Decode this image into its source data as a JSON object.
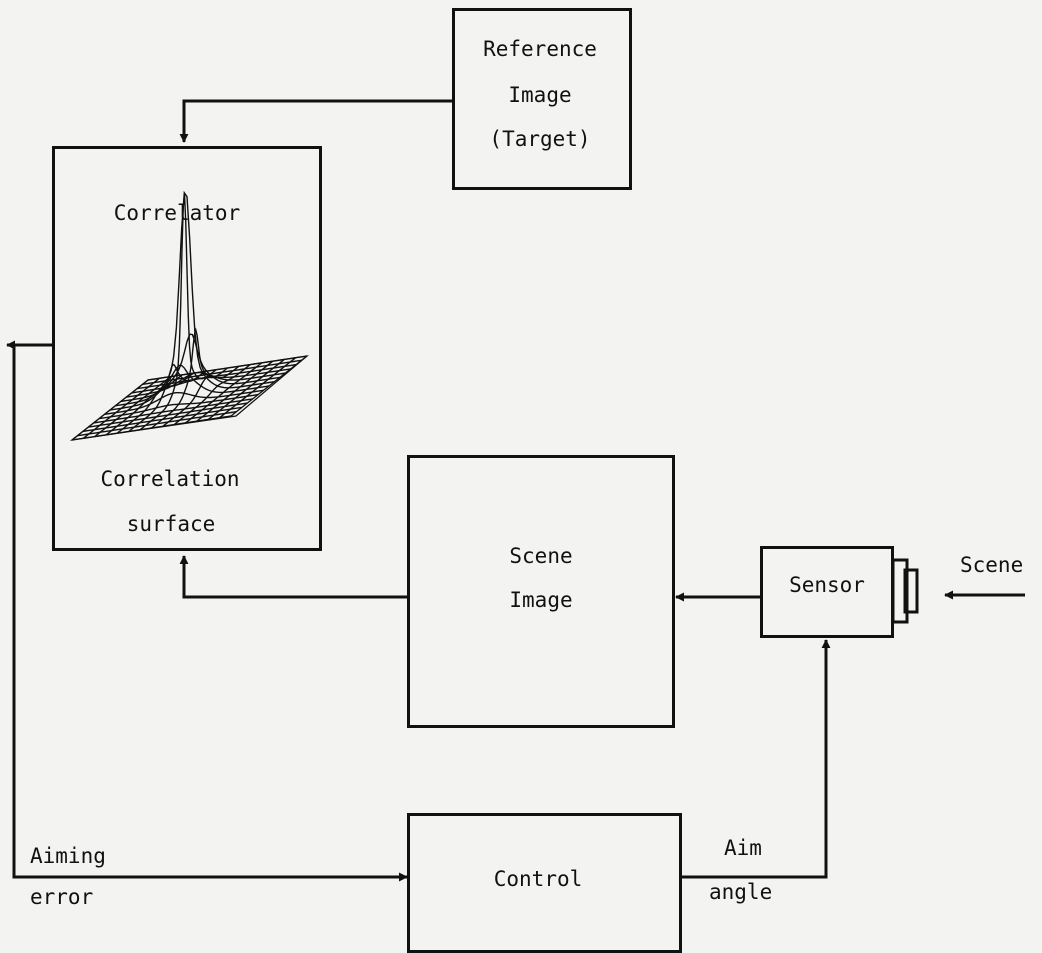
{
  "blocks": {
    "reference": {
      "line1": "Reference",
      "line2": "Image",
      "line3": "(Target)"
    },
    "correlator": {
      "title": "Correlator",
      "surface_line1": "Correlation",
      "surface_line2": "surface"
    },
    "scene_image": {
      "line1": "Scene",
      "line2": "Image"
    },
    "sensor": {
      "label": "Sensor"
    },
    "control": {
      "label": "Control"
    }
  },
  "signals": {
    "scene": "Scene",
    "aiming_error_line1": "Aiming",
    "aiming_error_line2": "error",
    "aim_angle_line1": "Aim",
    "aim_angle_line2": "angle"
  },
  "colors": {
    "ink": "#111111",
    "paper": "#f3f3f1"
  }
}
